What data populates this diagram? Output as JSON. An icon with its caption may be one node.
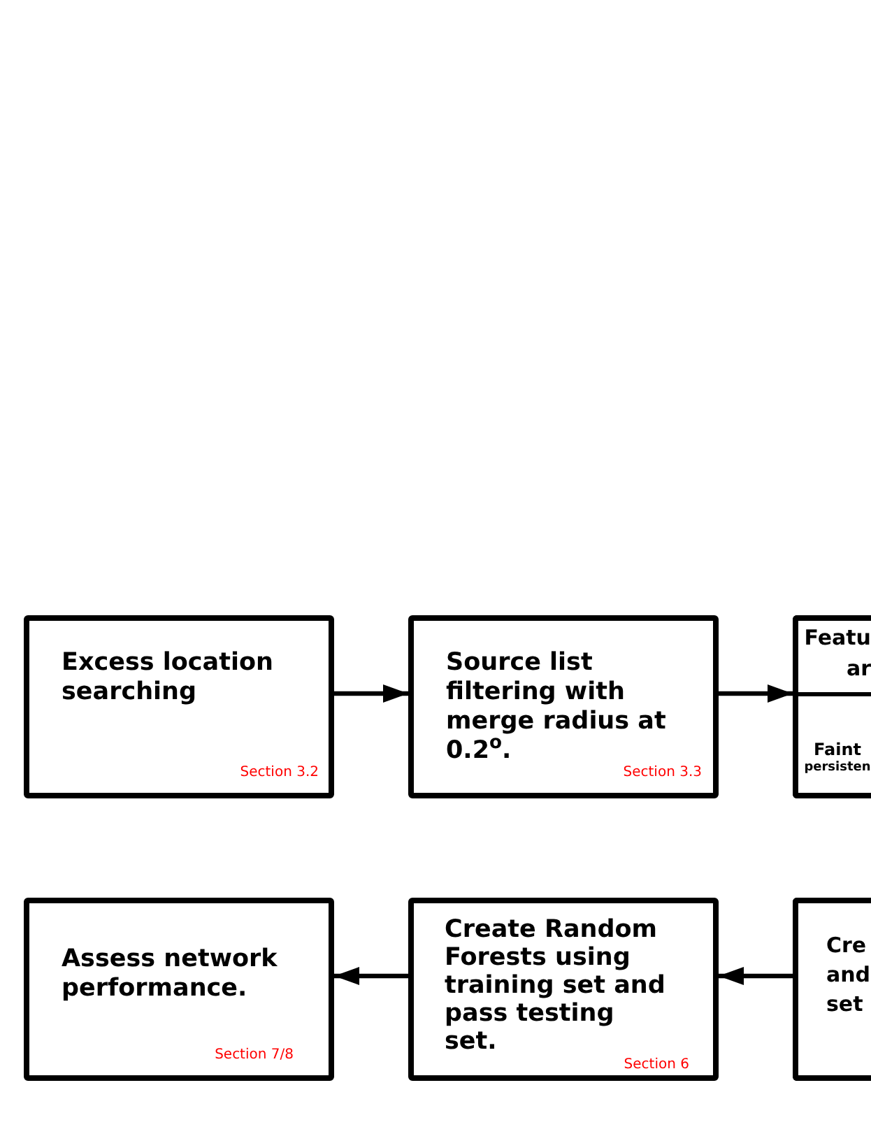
{
  "diagram": {
    "nodes": [
      {
        "text": [
          "Excess location searching",
          "Section 3.2"
        ]
      },
      {
        "text": [
          "Source list filtering with merge radius at 0.2$^{o}$.",
          "Section 3.3"
        ]
      },
      {
        "text": [
          "Featu ar",
          "Faint",
          "persisten"
        ]
      },
      {
        "text": [
          "Assess network performance.",
          "Section 7/8"
        ]
      },
      {
        "text": [
          "Create Random Forests using training set and pass testing set.",
          "Section 6"
        ]
      },
      {
        "text": [
          "Cre and set"
        ]
      }
    ],
    "edges": [
      {
        "from": 0,
        "to": 1,
        "arrow": "to"
      },
      {
        "from": 1,
        "to": 2,
        "arrow": "to"
      },
      {
        "from": 5,
        "to": 4,
        "arrow": "to"
      },
      {
        "from": 4,
        "to": 3,
        "arrow": "to"
      }
    ]
  }
}
